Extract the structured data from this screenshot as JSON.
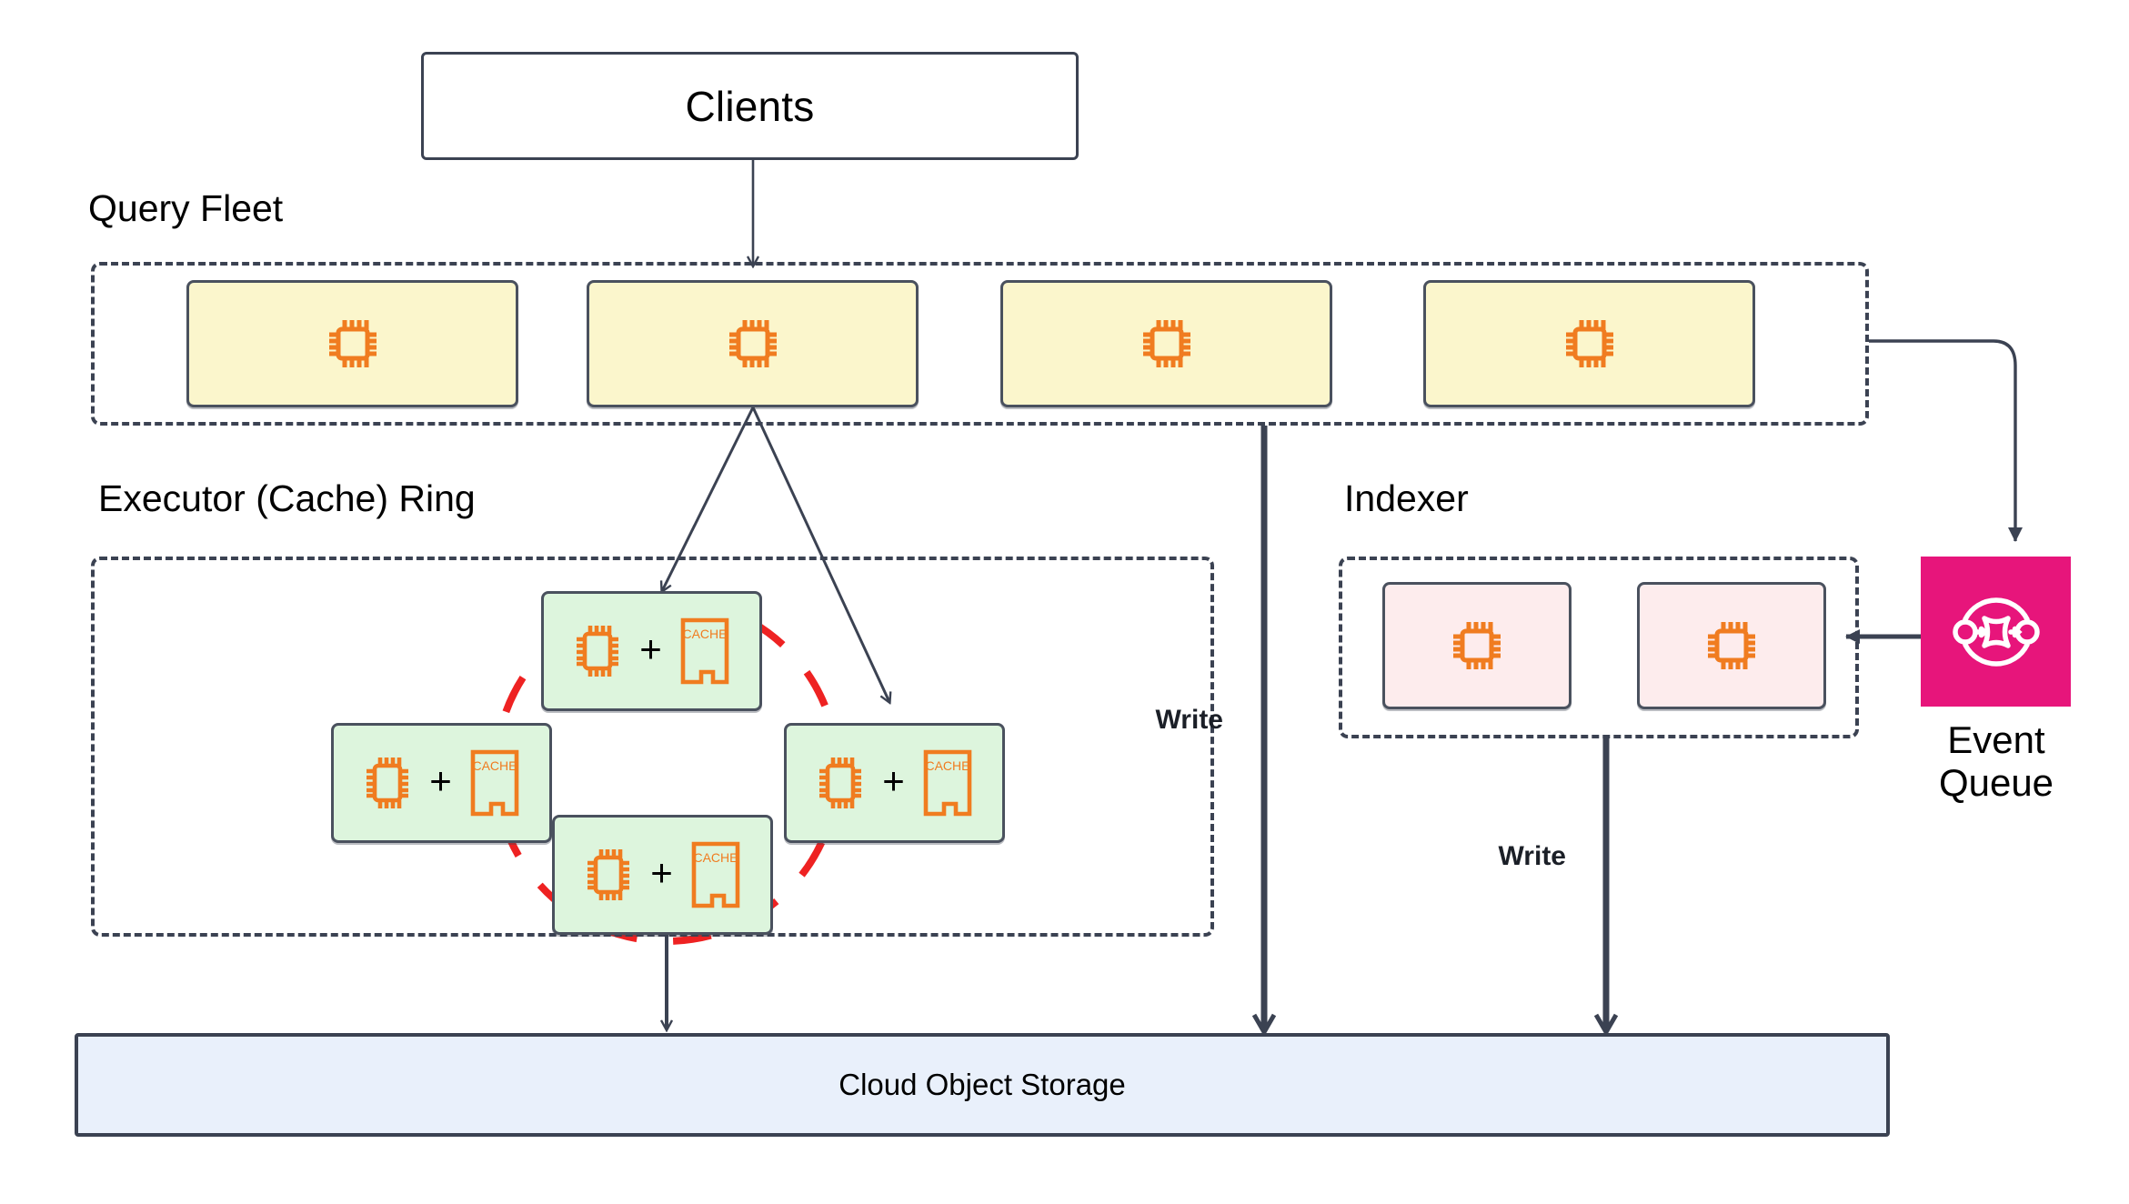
{
  "diagram": {
    "title": "Query Fleet / Executor Cache Ring Architecture",
    "colors": {
      "stroke": "#3b4252",
      "query_fill": "#fbf6cc",
      "executor_fill": "#ddf5dd",
      "indexer_fill": "#fdeced",
      "storage_fill": "#e9f0fb",
      "event_queue_fill": "#e7157b",
      "icon_orange": "#f07c20",
      "ring_red": "#ee2222"
    }
  },
  "clients": {
    "label": "Clients"
  },
  "query_fleet": {
    "title": "Query Fleet",
    "nodes": [
      {
        "icon": "cpu-chip-icon"
      },
      {
        "icon": "cpu-chip-icon"
      },
      {
        "icon": "cpu-chip-icon"
      },
      {
        "icon": "cpu-chip-icon"
      }
    ]
  },
  "executor_ring": {
    "title": "Executor (Cache) Ring",
    "plus": "+",
    "cache_label": "CACHE",
    "nodes": [
      {
        "position": "top",
        "icons": [
          "cpu-chip-icon",
          "cache-icon"
        ]
      },
      {
        "position": "left",
        "icons": [
          "cpu-chip-icon",
          "cache-icon"
        ]
      },
      {
        "position": "right",
        "icons": [
          "cpu-chip-icon",
          "cache-icon"
        ]
      },
      {
        "position": "bottom",
        "icons": [
          "cpu-chip-icon",
          "cache-icon"
        ]
      }
    ]
  },
  "indexer": {
    "title": "Indexer",
    "nodes": [
      {
        "icon": "cpu-chip-icon"
      },
      {
        "icon": "cpu-chip-icon"
      }
    ]
  },
  "event_queue": {
    "label_line1": "Event",
    "label_line2": "Queue",
    "icon": "event-bus-icon"
  },
  "storage": {
    "label": "Cloud Object Storage"
  },
  "edges": {
    "write_query_to_storage": "Write",
    "write_indexer_to_storage": "Write"
  }
}
